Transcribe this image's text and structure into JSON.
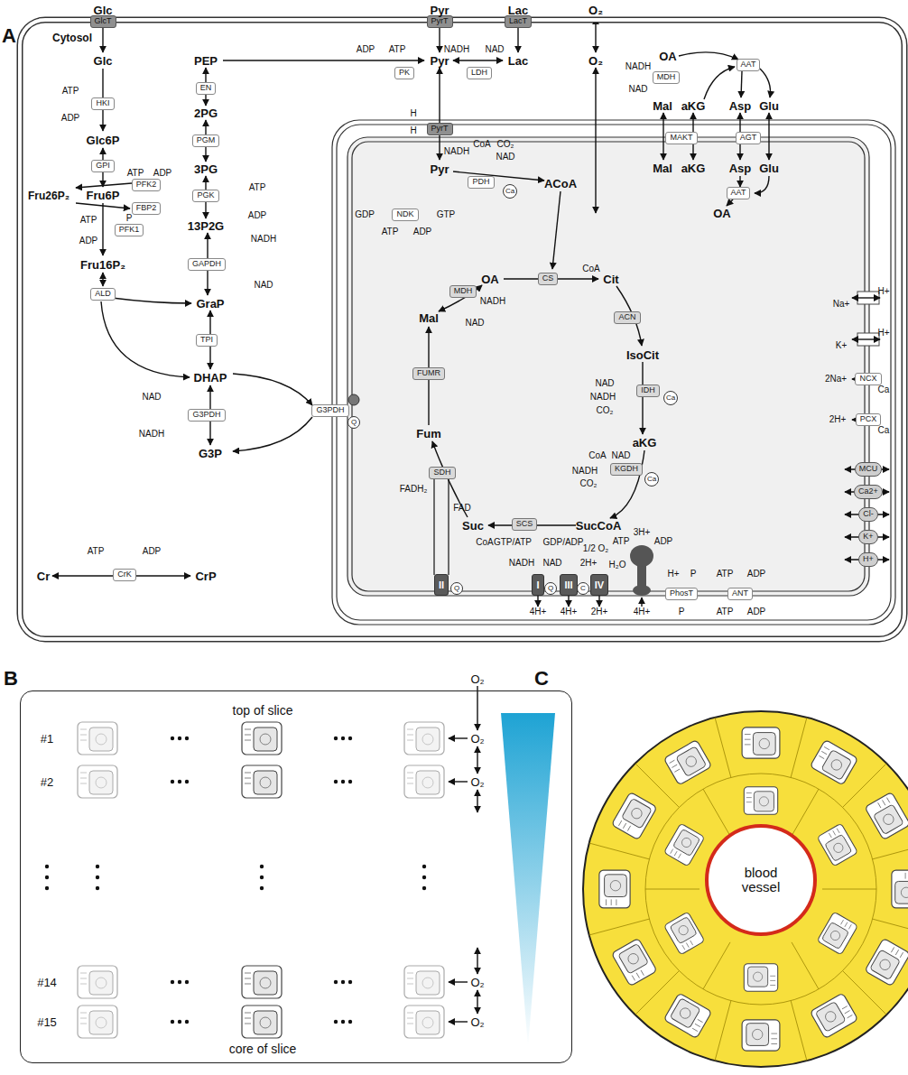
{
  "diagram": {
    "nodes": [
      {
        "text": [
          "Cytosol"
        ]
      },
      {
        "text": [
          "GlcT"
        ],
        "in": 0
      },
      {
        "text": [
          "PyrT"
        ],
        "in": 0
      },
      {
        "text": [
          "LacT"
        ],
        "in": 0
      },
      {
        "text": [
          "PK"
        ],
        "in": 0
      },
      {
        "text": [
          "LDH"
        ],
        "in": 0
      },
      {
        "text": [
          "MDH"
        ],
        "in": 0
      },
      {
        "text": [
          "AAT"
        ],
        "in": 0
      },
      {
        "text": [
          "HKI"
        ],
        "in": 0
      },
      {
        "text": [
          "EN"
        ],
        "in": 0
      },
      {
        "text": [
          "GPI"
        ],
        "in": 0
      },
      {
        "text": [
          "PGM"
        ],
        "in": 0
      },
      {
        "text": [
          "PFK2"
        ],
        "in": 0
      },
      {
        "text": [
          "FBP2"
        ],
        "in": 0
      },
      {
        "text": [
          "PGK"
        ],
        "in": 0
      },
      {
        "text": [
          "PFK1"
        ],
        "in": 0
      },
      {
        "text": [
          "GAPDH"
        ],
        "in": 0
      },
      {
        "text": [
          "ALD"
        ],
        "in": 0
      },
      {
        "text": [
          "TPI"
        ],
        "in": 0
      },
      {
        "text": [
          "G3PDH"
        ],
        "in": 0
      },
      {
        "text": [
          "G3PDH"
        ],
        "in": 0
      },
      {
        "text": [
          "Q"
        ],
        "in": 0
      },
      {
        "text": [
          "MAKT"
        ],
        "in": 0
      },
      {
        "text": [
          "AGT"
        ],
        "in": 0
      },
      {
        "text": [
          "PyrT"
        ],
        "in": 0
      },
      {
        "text": [
          "PDH"
        ],
        "in": 0
      },
      {
        "text": [
          "Ca"
        ],
        "in": 0
      },
      {
        "text": [
          "NDK"
        ],
        "in": 0
      },
      {
        "text": [
          "AAT"
        ],
        "in": 0
      },
      {
        "text": [
          "CS"
        ],
        "in": 0
      },
      {
        "text": [
          "MDH"
        ],
        "in": 0
      },
      {
        "text": [
          "ACN"
        ],
        "in": 0
      },
      {
        "text": [
          "FUMR"
        ],
        "in": 0
      },
      {
        "text": [
          "IDH"
        ],
        "in": 0
      },
      {
        "text": [
          "Ca"
        ],
        "in": 0
      },
      {
        "text": [
          "SDH"
        ],
        "in": 0
      },
      {
        "text": [
          "KGDH"
        ],
        "in": 0
      },
      {
        "text": [
          "Ca"
        ],
        "in": 0
      },
      {
        "text": [
          "SCS"
        ],
        "in": 0
      },
      {
        "text": [
          "CrK"
        ],
        "in": 0
      },
      {
        "text": [
          "II"
        ],
        "in": 0
      },
      {
        "text": [
          "Q"
        ],
        "in": 0
      },
      {
        "text": [
          "I"
        ],
        "in": 0
      },
      {
        "text": [
          "Q"
        ],
        "in": 0
      },
      {
        "text": [
          "III"
        ],
        "in": 0
      },
      {
        "text": [
          "C"
        ],
        "in": 0
      },
      {
        "text": [
          "IV"
        ],
        "in": 0
      },
      {
        "text": [
          "PhosT"
        ],
        "in": 0
      },
      {
        "text": [
          "ANT"
        ],
        "in": 0
      },
      {
        "text": [
          "NCX"
        ],
        "in": 0
      },
      {
        "text": [
          "PCX"
        ],
        "in": 0
      },
      {
        "text": [
          "MCU"
        ],
        "in": 0
      },
      {
        "text": [
          "Ca2+"
        ],
        "in": 0
      },
      {
        "text": [
          "Cl-"
        ],
        "in": 0
      },
      {
        "text": [
          "K+"
        ],
        "in": 0
      },
      {
        "text": [
          "H+"
        ],
        "in": 0
      },
      {
        "text": [
          "top of slice",
          "core of slice"
        ]
      },
      {
        "text": [
          "blood vessel"
        ]
      }
    ],
    "labels": [
      "A",
      "Glc",
      "Pyr",
      "Lac",
      "O₂",
      "Glc",
      "PEP",
      "Pyr",
      "Lac",
      "O₂",
      "ADP",
      "ATP",
      "NADH",
      "NAD",
      "ATP",
      "ADP",
      "2PG",
      "Glc6P",
      "3PG",
      "ATP",
      "ADP",
      "Fru26P₂",
      "Fru6P",
      "P",
      "ATP",
      "ADP",
      "ATP",
      "ADP",
      "13P2G",
      "NADH",
      "NAD",
      "Fru16P₂",
      "GraP",
      "DHAP",
      "NAD",
      "NADH",
      "G3P",
      "ATP",
      "ADP",
      "Cr",
      "CrP",
      "NADH",
      "OA",
      "NAD",
      "Mal",
      "aKG",
      "Asp",
      "Glu",
      "Mal",
      "aKG",
      "Asp",
      "Glu",
      "OA",
      "H",
      "H",
      "Pyr",
      "NADH",
      "CoA",
      "CO₂",
      "NAD",
      "ACoA",
      "GDP",
      "GTP",
      "ATP",
      "ADP",
      "CoA",
      "OA",
      "Cit",
      "NADH",
      "NAD",
      "Mal",
      "IsoCit",
      "NAD",
      "NADH",
      "CO₂",
      "Fum",
      "aKG",
      "CoA",
      "NAD",
      "NADH",
      "CO₂",
      "FADH₂",
      "FAD",
      "Suc",
      "SucCoA",
      "GTP/ATP",
      "GDP/ADP",
      "CoA",
      "NADH",
      "NAD",
      "1/2 O₂",
      "2H+",
      "H₂O",
      "4H+",
      "4H+",
      "2H+",
      "ATP",
      "3H+",
      "ADP",
      "4H+",
      "H+",
      "P",
      "P",
      "ATP",
      "ADP",
      "ATP",
      "ADP",
      "Na+",
      "H+",
      "K+",
      "H+",
      "2Na+",
      "Ca",
      "2H+",
      "Ca",
      "B",
      "C",
      "O₂",
      "#1",
      "O₂",
      "#2",
      "O₂",
      "#14",
      "O₂",
      "#15",
      "O₂"
    ]
  }
}
